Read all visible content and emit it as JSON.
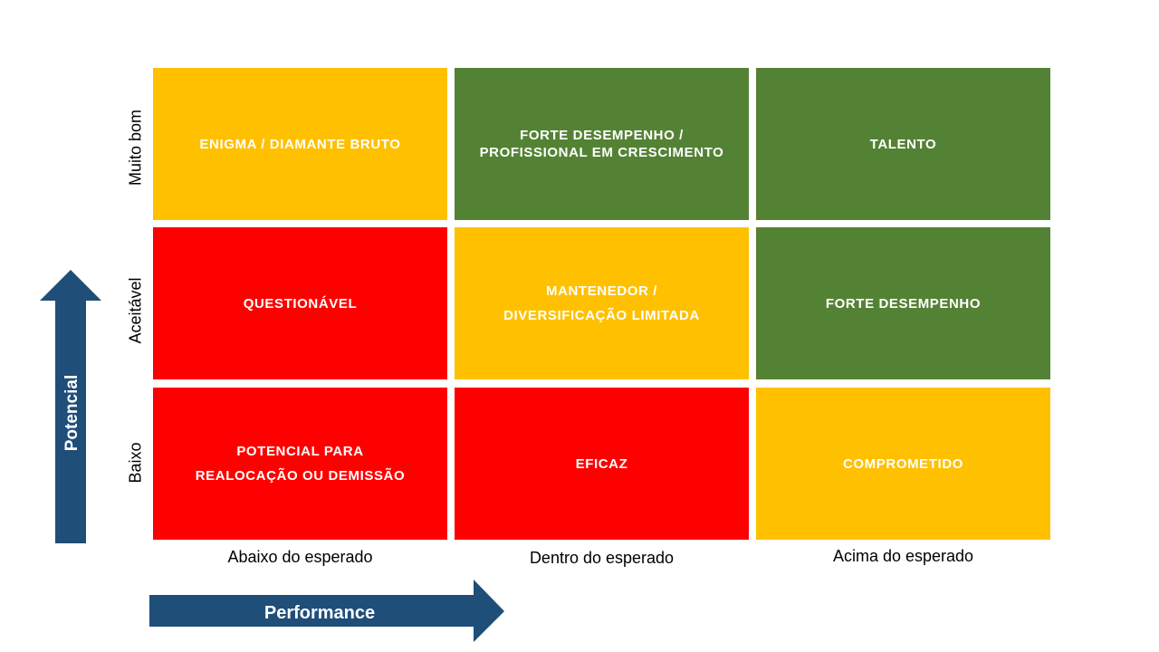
{
  "colors": {
    "red": "#ff0000",
    "yellow": "#ffc000",
    "green": "#548235",
    "arrow": "#1f4e79"
  },
  "y_axis": {
    "title": "Potencial",
    "levels": [
      "Muito bom",
      "Aceitável",
      "Baixo"
    ]
  },
  "x_axis": {
    "title": "Performance",
    "levels": [
      "Abaixo do esperado",
      "Dentro do esperado",
      "Acima do esperado"
    ]
  },
  "grid": [
    [
      {
        "lines": [
          "ENIGMA / DIAMANTE BRUTO"
        ],
        "color": "yellow"
      },
      {
        "lines": [
          "FORTE DESEMPENHO /",
          "PROFISSIONAL EM CRESCIMENTO"
        ],
        "color": "green"
      },
      {
        "lines": [
          "TALENTO"
        ],
        "color": "green"
      }
    ],
    [
      {
        "lines": [
          "QUESTIONÁVEL"
        ],
        "color": "red"
      },
      {
        "lines": [
          "MANTENEDOR /",
          "DIVERSIFICAÇÃO LIMITADA"
        ],
        "color": "yellow"
      },
      {
        "lines": [
          "FORTE DESEMPENHO"
        ],
        "color": "green"
      }
    ],
    [
      {
        "lines": [
          "POTENCIAL PARA",
          "REALOCAÇÃO OU DEMISSÃO"
        ],
        "color": "red"
      },
      {
        "lines": [
          "EFICAZ"
        ],
        "color": "red"
      },
      {
        "lines": [
          "COMPROMETIDO"
        ],
        "color": "yellow"
      }
    ]
  ]
}
